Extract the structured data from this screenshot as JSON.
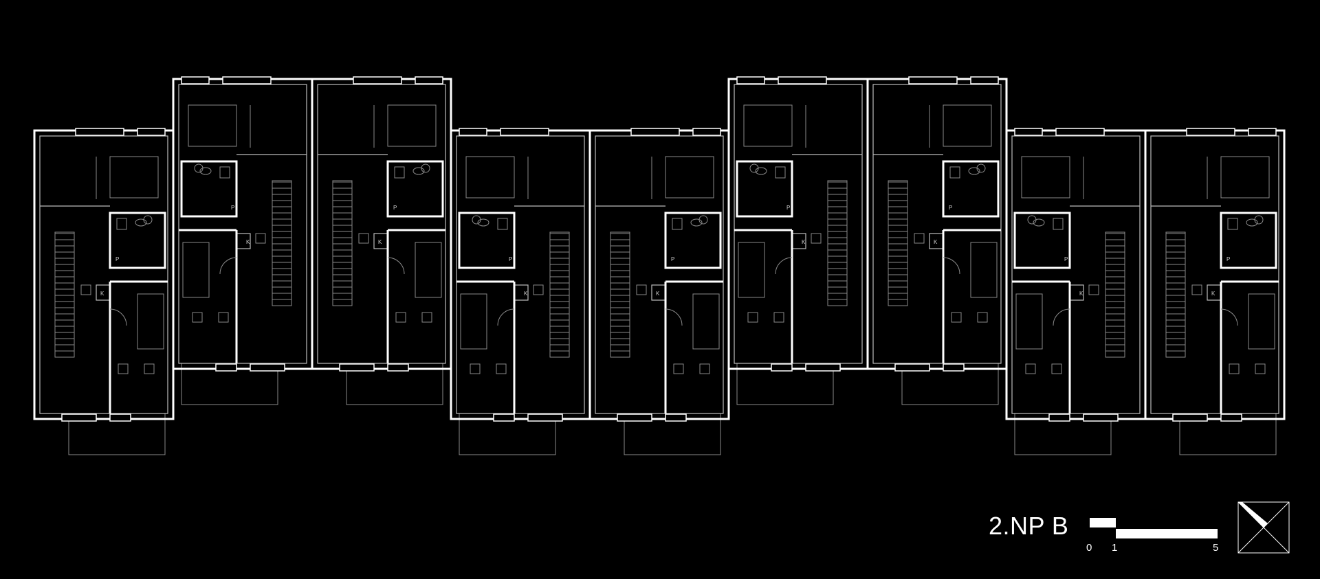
{
  "drawing": {
    "title": "2.NP B",
    "room_labels": [
      "P",
      "K"
    ]
  },
  "scale": {
    "labels": [
      "0",
      "1",
      "5"
    ]
  },
  "north_arrow": {
    "icon": "north-arrow-icon"
  },
  "colors": {
    "background": "#000000",
    "lines": "#ffffff"
  }
}
